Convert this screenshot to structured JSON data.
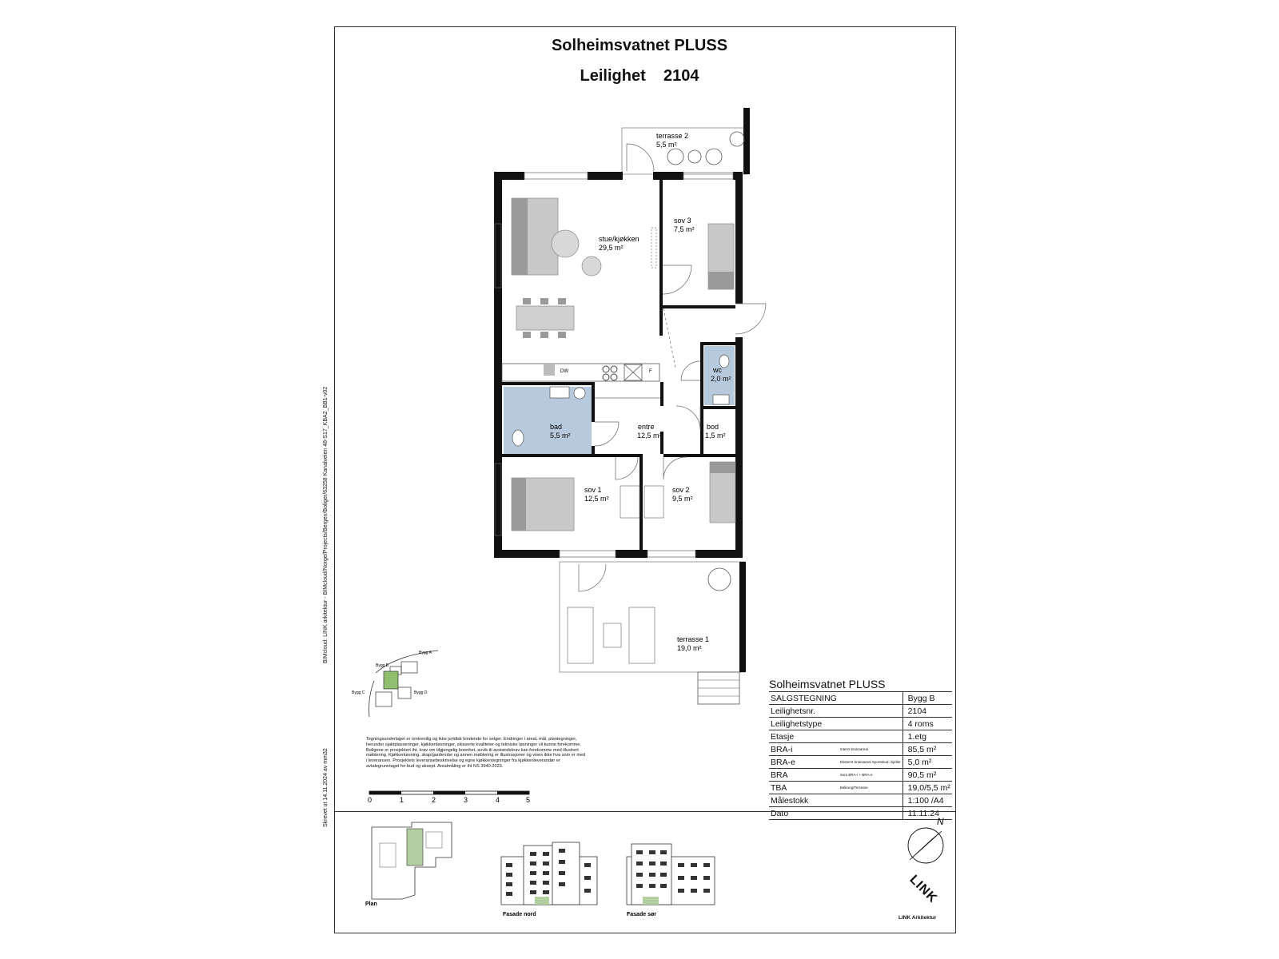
{
  "header": {
    "project": "Solheimsvatnet PLUSS",
    "unit_label": "Leilighet",
    "unit_number": "2104"
  },
  "rooms": {
    "terrasse2": {
      "name": "terrasse 2",
      "area": "5,5 m²"
    },
    "stue": {
      "name": "stue/kjøkken",
      "area": "29,5 m²"
    },
    "sov3": {
      "name": "sov 3",
      "area": "7,5 m²"
    },
    "wc": {
      "name": "wc",
      "area": "2,0 m²"
    },
    "bad": {
      "name": "bad",
      "area": "5,5 m²"
    },
    "entre": {
      "name": "entre",
      "area": "12,5 m²"
    },
    "bod": {
      "name": "bod",
      "area": "1,5 m²"
    },
    "sov1": {
      "name": "sov 1",
      "area": "12,5 m²"
    },
    "sov2": {
      "name": "sov 2",
      "area": "9,5 m²"
    },
    "terrasse1": {
      "name": "terrasse 1",
      "area": "19,0 m²"
    }
  },
  "fixtures": {
    "dw": "DW",
    "f": "F"
  },
  "side_text": {
    "left": "BIMcloud: LINK arkitektur - BIMcloud/Norge/Projects/Bergen/Boliger/63258 Kanalveien 48-S17_KBA2_BB1-v02",
    "bottom": "Skrevet ut 14.11.2024 av mm32"
  },
  "site": {
    "a": "Bygg A",
    "b": "Bygg B",
    "c": "Bygg C",
    "d": "Bygg D"
  },
  "disclaimer": "Tegningsunderlaget er omtrentlig og ikke juridisk bindende for selger. Endringer i areal, mål, plantegninger, herunder sjaktplasseringer, kjøkkenløsninger, skisserte kvaliteter og tekniske løsninger vil kunne forekomme. Boligene er prosjektert iht. krav om tilgjengelig boenhet, avvik til avstandskrav kan forekomme med illustrert møblering. Kjøkkenløsning, skap/garderobe og annen møblering er illustrasjoner og vises ikke hva som er med i leveransen. Prosjektets leveransebeskrivelse og egne kjøkkentegninger fra kjøkkenleverandør er avtalegrunnlaget for bud og aksept. Arealmåling er iht NS 3940:2023.",
  "scale_labels": [
    "0",
    "1",
    "2",
    "3",
    "4",
    "5"
  ],
  "info": {
    "project": "Solheimsvatnet PLUSS",
    "rows": [
      {
        "k": "SALGSTEGNING",
        "s": "",
        "v": "Bygg B"
      },
      {
        "k": "Leilighetsnr.",
        "s": "",
        "v": "2104"
      },
      {
        "k": "Leilighetstype",
        "s": "",
        "v": "4 roms"
      },
      {
        "k": "Etasje",
        "s": "",
        "v": "1.etg"
      },
      {
        "k": "BRA-i",
        "s": "Internt bruksareal",
        "v": "85,5 m²"
      },
      {
        "k": "BRA-e",
        "s": "Eksternt bruksareal Sportsbod i kjeller",
        "v": "5,0 m²"
      },
      {
        "k": "BRA",
        "s": "Sum BRA-i + BRA-e",
        "v": "90,5 m²"
      },
      {
        "k": "TBA",
        "s": "Balkong/Terrasse",
        "v": "19,0/5,5 m²"
      },
      {
        "k": "Målestokk",
        "s": "",
        "v": "1:100 /A4"
      },
      {
        "k": "Dato",
        "s": "",
        "v": "11.11.24"
      }
    ]
  },
  "thumbnails": {
    "plan": "Plan",
    "nord": "Fasade nord",
    "sor": "Fasade sør"
  },
  "north": "N",
  "logo": {
    "mark": "LINK",
    "caption": "LINK Arkitektur"
  }
}
